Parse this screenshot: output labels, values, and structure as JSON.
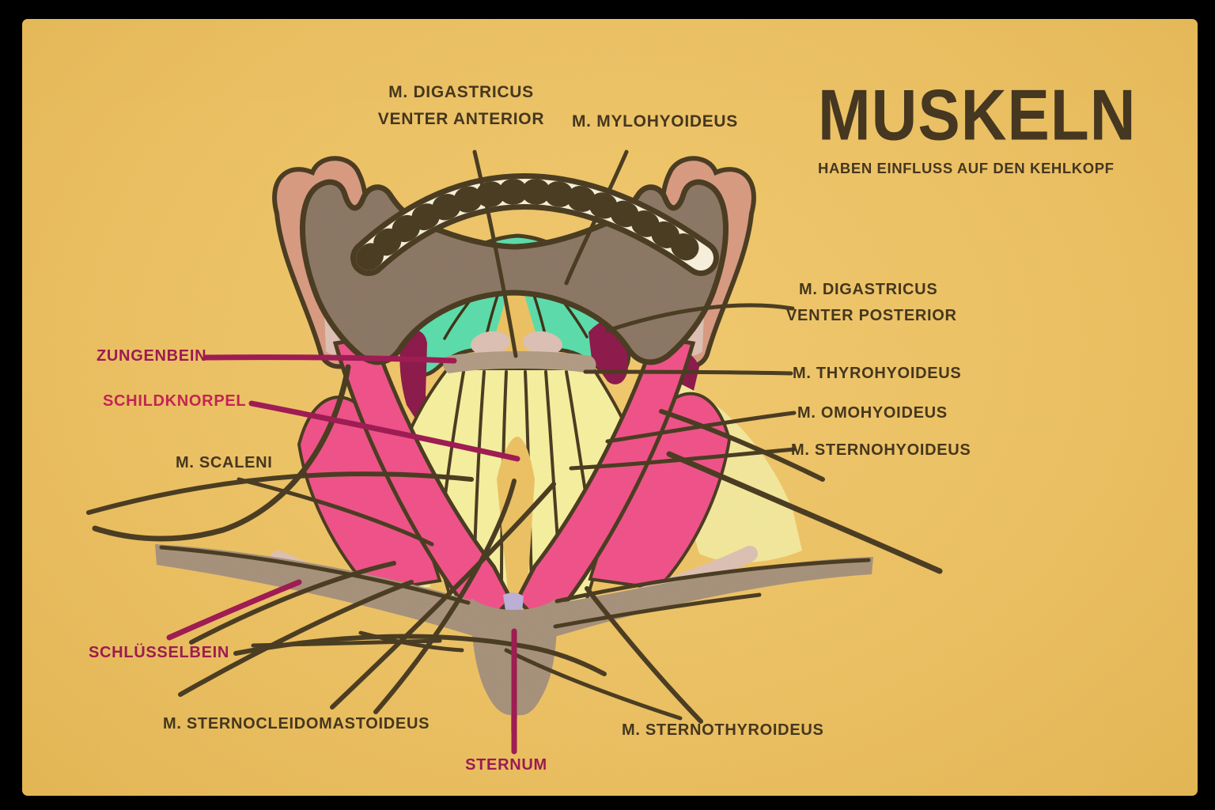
{
  "poster": {
    "title": "MUSKELN",
    "subtitle": "HABEN EINFLUSS AUF DEN KEHLKOPF"
  },
  "labels": {
    "digastricus_anterior": {
      "line1": "M. DIGASTRICUS",
      "line2": "VENTER ANTERIOR"
    },
    "mylohyoideus": {
      "text": "M. MYLOHYOIDEUS"
    },
    "digastricus_posterior": {
      "line1": "M. DIGASTRICUS",
      "line2": "VENTER POSTERIOR"
    },
    "thyrohyoideus": {
      "text": "M. THYROHYOIDEUS"
    },
    "omohyoideus": {
      "text": "M. OMOHYOIDEUS"
    },
    "sternohyoideus": {
      "text": "M. STERNOHYOIDEUS"
    },
    "zungenbein": {
      "text": "ZUNGENBEIN"
    },
    "schildknorpel": {
      "text": "SCHILDKNORPEL"
    },
    "scaleni": {
      "text": "M. SCALENI"
    },
    "schluesselbein": {
      "text": "SCHLÜSSELBEIN"
    },
    "sternocleidomastoideus": {
      "text": "M. STERNOCLEIDOMASTOIDEUS"
    },
    "sternum": {
      "text": "STERNUM"
    },
    "sternothyroideus": {
      "text": "M. STERNOTHYROIDEUS"
    }
  },
  "colors": {
    "background_parchment": "#ecc164",
    "frame": "#000000",
    "ink_dark_brown": "#4a3c22",
    "label_magenta": "#9c1b52",
    "label_crimson": "#c22553",
    "muscle_pink": "#ef5289",
    "muscle_deep_maroon": "#8c1a4b",
    "muscle_teal": "#5cdcab",
    "muscle_cream": "#f5ef9f",
    "bone_jaw_brown": "#8b7765",
    "bone_clavicle_taupe": "#a6917c",
    "bone_hyoid_tan": "#b19b85",
    "skin_salmon": "#d89b82",
    "tendon_dusty_pink": "#dcc0b4",
    "teeth_cream": "#f7f0dc"
  }
}
